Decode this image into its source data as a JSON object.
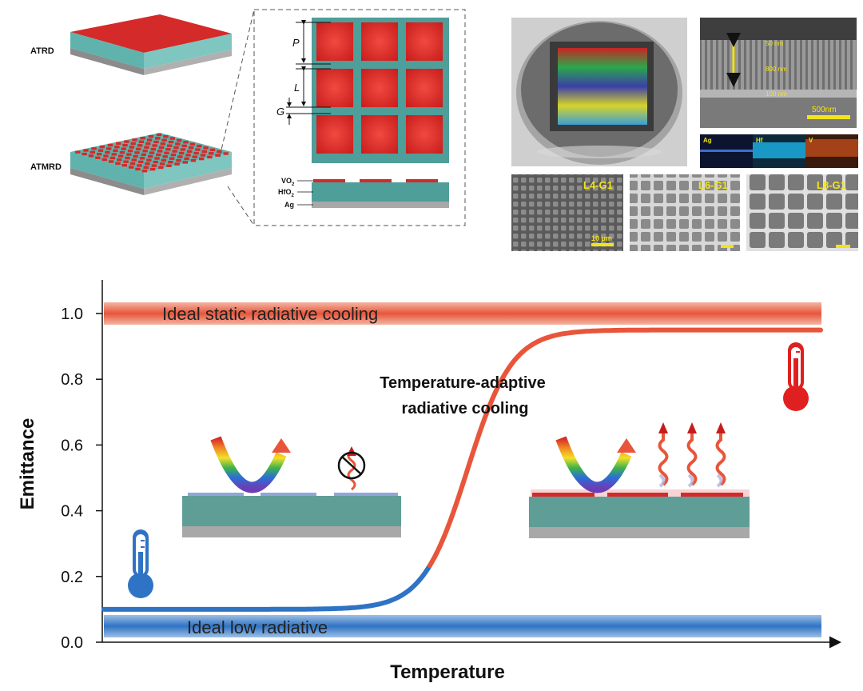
{
  "top_left": {
    "atrd_label": "ATRD",
    "atmrd_label": "ATMRD",
    "dim_p": "P",
    "dim_l": "L",
    "dim_g": "G",
    "layer_vo2": "VO",
    "layer_vo2_sub": "2",
    "layer_hfo2": "HfO",
    "layer_hfo2_sub": "2",
    "layer_ag": "Ag"
  },
  "top_right": {
    "cross_section": {
      "thickness_top": "50 nm",
      "thickness_mid": "800 nm",
      "thickness_bottom": "100 nm",
      "scale_bar": "500nm"
    },
    "eds_maps": [
      {
        "label": "Ag",
        "color": "#3b6fd1"
      },
      {
        "label": "Hf",
        "color": "#1eb4e8"
      },
      {
        "label": "V",
        "color": "#d0521e"
      }
    ],
    "sem_images": [
      {
        "label": "L4-G1",
        "scale_bar": "10 μm"
      },
      {
        "label": "L6-G1",
        "scale_bar": ""
      },
      {
        "label": "L8-G1",
        "scale_bar": ""
      }
    ]
  },
  "chart_data": {
    "type": "line",
    "xlabel": "Temperature",
    "ylabel": "Emittance",
    "ylim": [
      0.0,
      1.1
    ],
    "yticks": [
      "0.0",
      "0.2",
      "0.4",
      "0.6",
      "0.8",
      "1.0"
    ],
    "ytick_values": [
      0.0,
      0.2,
      0.4,
      0.6,
      0.8,
      1.0
    ],
    "series": [
      {
        "name": "Ideal static radiative cooling",
        "values": [
          1.0,
          1.0
        ],
        "color": "#e8553a"
      },
      {
        "name": "Ideal low radiative",
        "values": [
          0.04,
          0.04
        ],
        "color": "#2f73c4"
      },
      {
        "name": "Temperature-adaptive radiative cooling",
        "values": [
          0.1,
          0.1,
          0.12,
          0.3,
          0.7,
          0.93,
          0.95,
          0.95
        ]
      }
    ],
    "annotations": [
      "Temperature-adaptive",
      "radiative cooling"
    ]
  },
  "colors": {
    "vo2_red": "#e03030",
    "hfo2_teal": "#4e9e9a",
    "ag_gray": "#a8a8a8",
    "cold_blue": "#2f73c4",
    "hot_red": "#e8553a"
  }
}
